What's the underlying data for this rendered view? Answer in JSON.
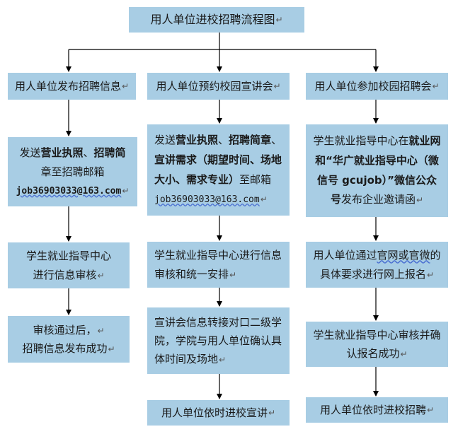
{
  "title": "用人单位进校招聘流程图",
  "paragraph_mark": "↵",
  "col1": {
    "s1": "用人单位发布招聘信息",
    "s2": {
      "a": "发送",
      "b": "营业执照",
      "c": "、",
      "d": "招聘简",
      "e": "章至招聘邮箱",
      "email": "job36903033@163.com"
    },
    "s3": {
      "l1": "学生就业指导中心",
      "l2": "进行信息审核"
    },
    "s4": {
      "l1": "审核通过后，",
      "l2": "招聘信息发布成功"
    }
  },
  "col2": {
    "s1": "用人单位预约校园宣讲会",
    "s2": {
      "a": "发送",
      "b": "营业执照",
      "c": "、",
      "d": "招聘简章",
      "e": "、",
      "f": "宣讲需求（期望时间、场地大小、需求专业）",
      "g": "至邮箱",
      "email": "job36903033@163.com"
    },
    "s3": "学生就业指导中心进行信息审核和统一安排",
    "s4": "宣讲会信息转接对口二级学院，学院与用人单位确认具体时间及场地",
    "s5": "用人单位依时进校宣讲"
  },
  "col3": {
    "s1": "用人单位参加校园招聘会",
    "s2": {
      "a": "学生就业指导中心在",
      "b": "就业网和“华广就业指导中心（微信号 gcujob）”微信公众号",
      "c": "发布企业邀请函"
    },
    "s3": {
      "a": "用人单位通过",
      "b": "官网或官微",
      "c": "的具体要求进行网上报名"
    },
    "s4": "学生就业指导中心审核并确认报名成功",
    "s5": "用人单位依时进校招聘"
  }
}
